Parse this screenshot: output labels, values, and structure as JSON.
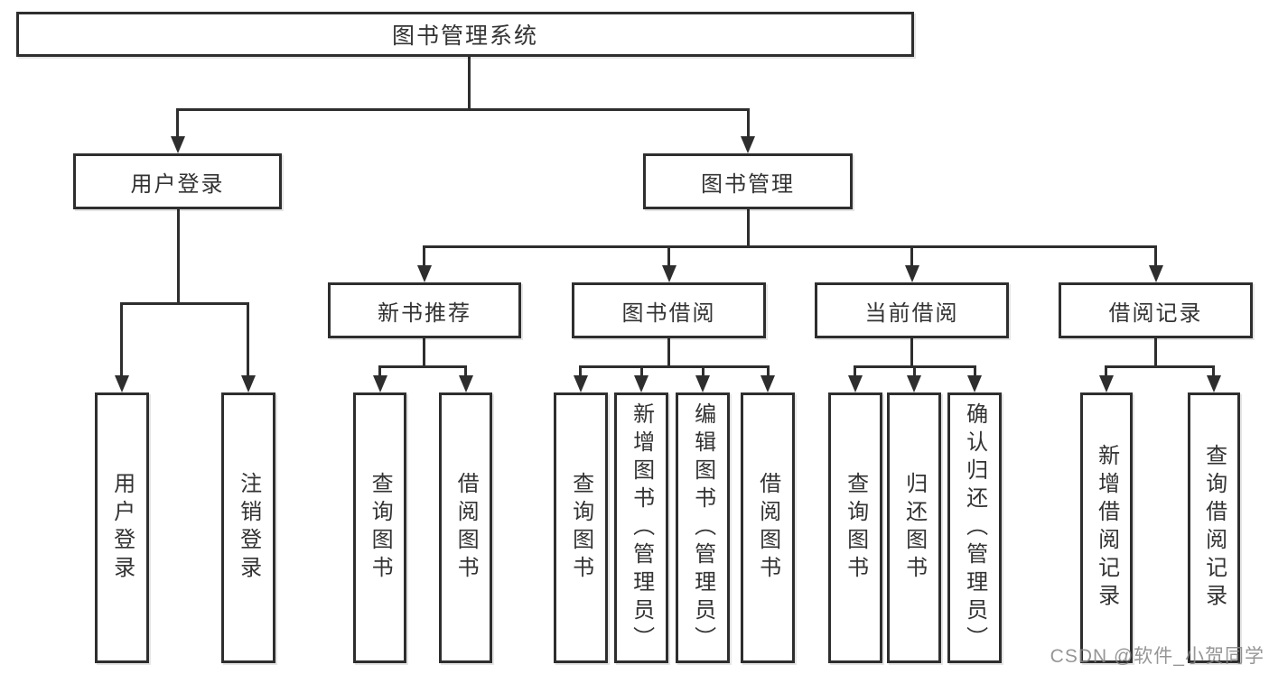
{
  "diagram": {
    "root": {
      "label": "图书管理系统"
    },
    "level2": [
      {
        "label": "用户登录"
      },
      {
        "label": "图书管理"
      }
    ],
    "level3": [
      {
        "label": "新书推荐"
      },
      {
        "label": "图书借阅"
      },
      {
        "label": "当前借阅"
      },
      {
        "label": "借阅记录"
      }
    ],
    "leaves": {
      "user_login": [
        "用户登录",
        "注销登录"
      ],
      "new_books": [
        "查询图书",
        "借阅图书"
      ],
      "book_borrow": [
        "查询图书",
        "新增图书（管理员）",
        "编辑图书（管理员）",
        "借阅图书"
      ],
      "current_borrow": [
        "查询图书",
        "归还图书",
        "确认归还（管理员）"
      ],
      "borrow_records": [
        "新增借阅记录",
        "查询借阅记录"
      ]
    },
    "colors": {
      "line": "#2e2e2e",
      "text": "#333333",
      "background": "#ffffff"
    },
    "watermark": {
      "text": "CSDN @软件_小贺同学"
    }
  }
}
